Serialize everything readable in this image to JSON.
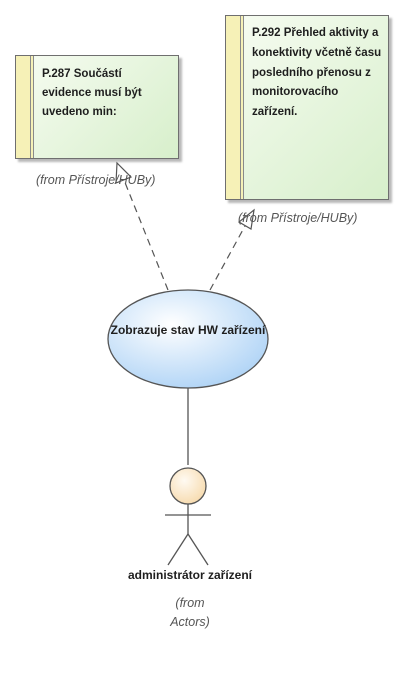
{
  "requirements": [
    {
      "text": "P.287  Součástí evidence musí být uvedeno min:",
      "from": "(from Přístroje/HUBy)"
    },
    {
      "text": "P.292  Přehled aktivity a konektivity včetně času posledního přenosu z monitorovacího zařízení.",
      "from": "(from Přístroje/HUBy)"
    }
  ],
  "use_case": {
    "label": "Zobrazuje stav HW zařízení"
  },
  "actor": {
    "name": "administrátor zařízení",
    "from_line1": "(from",
    "from_line2": "Actors)"
  },
  "colors": {
    "requirement_fill": "#e0f2d5",
    "requirement_stripe": "#f6f1b7",
    "use_case_fill": "#bddcf7",
    "actor_head_fill": "#fbe3bf",
    "line": "#555555"
  }
}
